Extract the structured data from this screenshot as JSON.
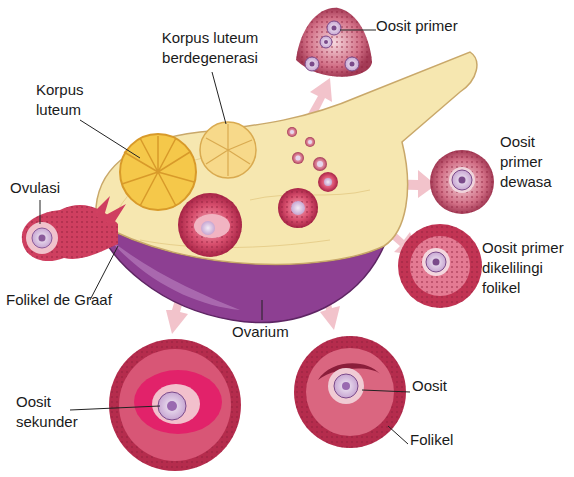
{
  "diagram": {
    "labels": [
      "Oosit primer",
      "Korpus luteum berdegenerasi",
      "Korpus luteum",
      "Ovulasi",
      "Oosit primer dewasa",
      "Oosit primer dikelilingi folikel",
      "Folikel de Graaf",
      "Ovarium",
      "Oosit sekunder",
      "Oosit",
      "Folikel"
    ]
  }
}
